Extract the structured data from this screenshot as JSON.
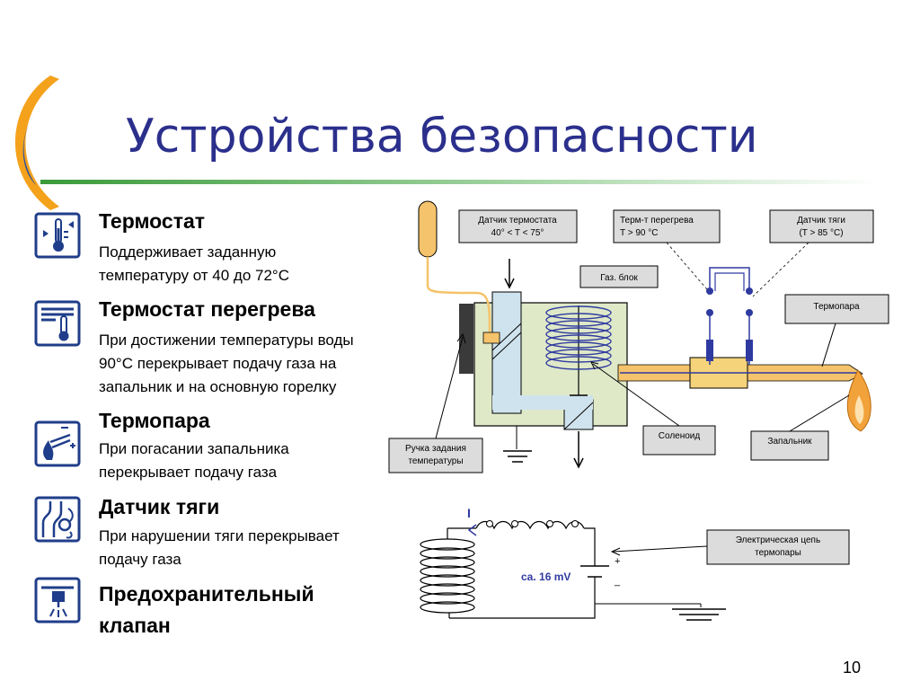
{
  "slide": {
    "title": "Устройства безопасности",
    "number": "10"
  },
  "items": [
    {
      "title": "Термостат",
      "desc": [
        "Поддерживает заданную",
        "температуру от 40 до 72°С"
      ],
      "icon": "thermostat-icon"
    },
    {
      "title": "Термостат перегрева",
      "desc": [
        "При достижении температуры воды",
        "90°С перекрывает подачу газа на",
        "запальник и на основную горелку"
      ],
      "icon": "overheat-thermostat-icon"
    },
    {
      "title": "Термопара",
      "desc": [
        "При погасании запальника",
        "перекрывает подачу газа"
      ],
      "icon": "thermocouple-icon"
    },
    {
      "title": "Датчик тяги",
      "desc": [
        "При нарушении тяги перекрывает",
        "подачу газа"
      ],
      "icon": "draft-sensor-icon"
    },
    {
      "title": "Предохранительный",
      "title2": "клапан",
      "desc": [],
      "icon": "safety-valve-icon"
    }
  ],
  "diagram": {
    "labels": {
      "thermostat_sensor": [
        "Датчик термостата",
        "40° < T < 75°"
      ],
      "overheat": [
        "Терм-т перегрева",
        "T > 90 °C"
      ],
      "draft": [
        "Датчик тяги",
        "(T > 85 °C)"
      ],
      "gas_block": "Газ. блок",
      "thermocouple": "Термопара",
      "solenoid": "Соленоид",
      "pilot": "Запальник",
      "temp_knob": [
        "Ручка задания",
        "температуры"
      ],
      "circuit": [
        "Электрическая цепь",
        "термопары"
      ],
      "voltage": "ca. 16 mV",
      "plus": "+",
      "minus": "_",
      "marker": "I"
    },
    "colors": {
      "title": "#2b2f8c",
      "label_box": "#dcdcdc",
      "gas_block": "#dfe9c8",
      "valve": "#cfe3ee",
      "sensor": "#f5c36b",
      "tube": "#f5c36b",
      "coil": "#2f3aa0",
      "flame": "#f2a23a"
    }
  }
}
